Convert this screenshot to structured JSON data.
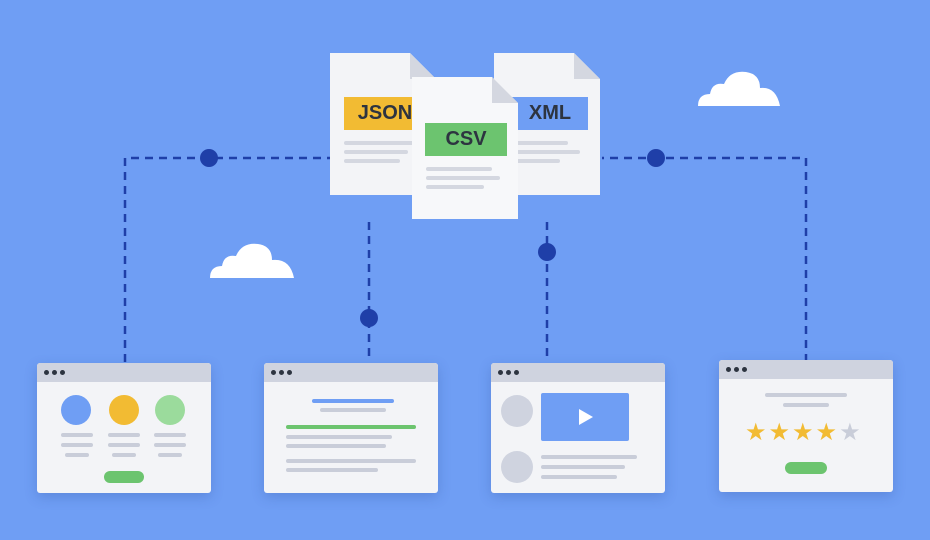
{
  "colors": {
    "background": "#6f9ef4",
    "connector": "#1f3fa8",
    "json_tag": "#f2bb33",
    "csv_tag": "#6cc46f",
    "xml_tag": "#6f9ef4",
    "window_bar": "#cfd3df",
    "accent_blue": "#6f9ef4",
    "accent_yellow": "#f2bb33",
    "accent_green": "#9bdb9c",
    "button_green": "#6cc46f"
  },
  "files": {
    "json": {
      "label": "JSON",
      "icon": "json-file-icon"
    },
    "csv": {
      "label": "CSV",
      "icon": "csv-file-icon"
    },
    "xml": {
      "label": "XML",
      "icon": "xml-file-icon"
    }
  },
  "windows": {
    "profiles": {
      "icon": "browser-window-icon"
    },
    "article": {
      "icon": "browser-window-icon"
    },
    "media": {
      "icon": "browser-window-icon",
      "media_icon": "play-icon"
    },
    "review": {
      "icon": "browser-window-icon",
      "rating": {
        "filled": 4,
        "total": 5
      }
    }
  },
  "clouds": [
    "cloud-icon",
    "cloud-icon"
  ]
}
